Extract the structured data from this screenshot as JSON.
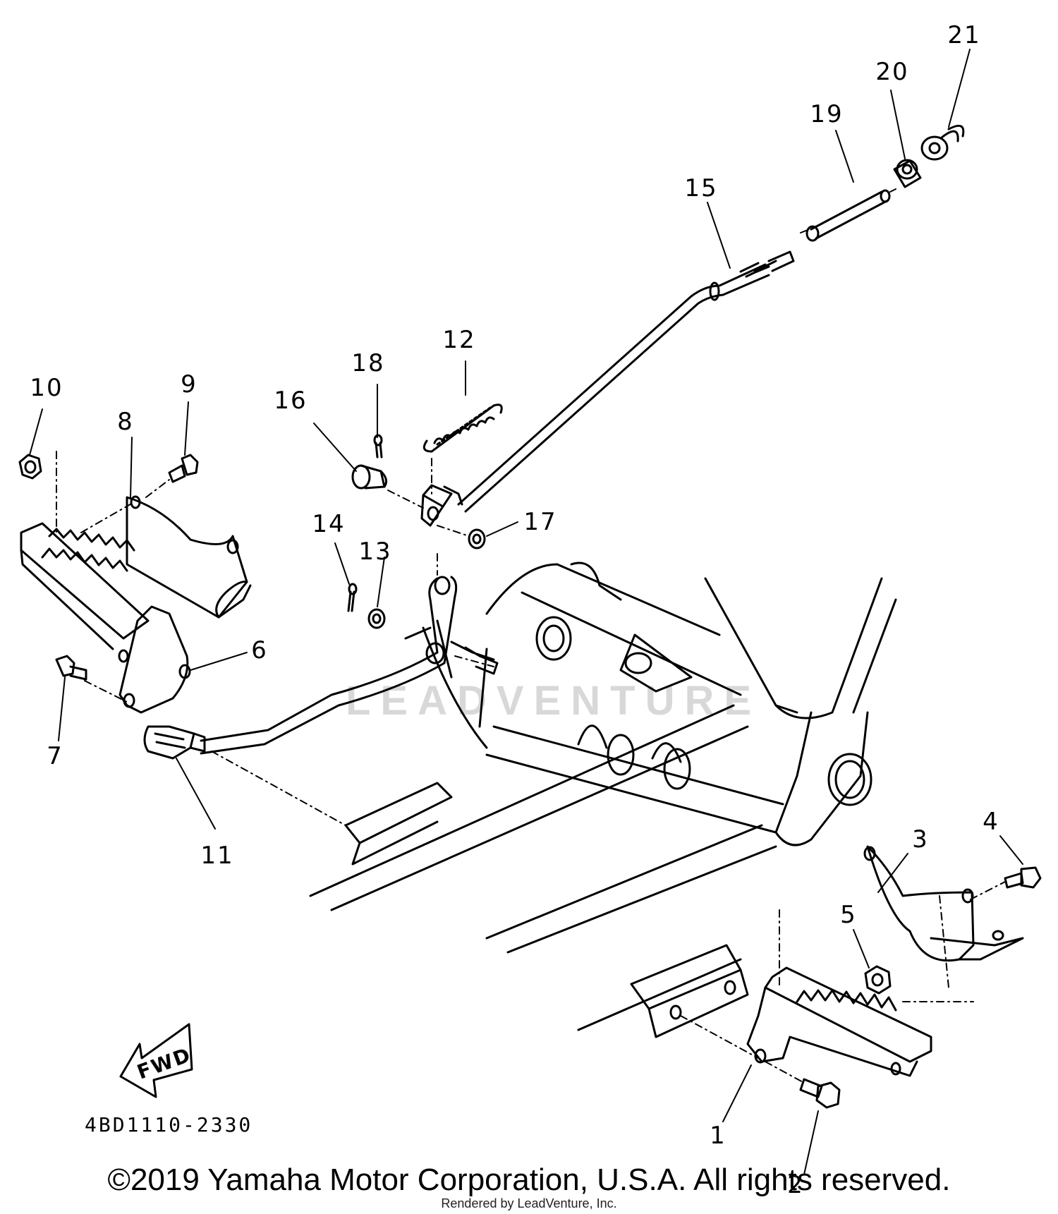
{
  "diagram": {
    "callouts": [
      "1",
      "2",
      "3",
      "4",
      "5",
      "6",
      "7",
      "8",
      "9",
      "10",
      "11",
      "12",
      "13",
      "14",
      "15",
      "16",
      "17",
      "18",
      "19",
      "20",
      "21"
    ],
    "direction_label": "FWD",
    "diagram_code": "4BD1110-2330",
    "watermark": "LEADVENTURE",
    "copyright": "©2019 Yamaha Motor Corporation, U.S.A. All rights reserved.",
    "renderer": "Rendered by LeadVenture, Inc."
  },
  "colors": {
    "ink": "#000000",
    "watermark": "#d8d8d8",
    "background": "#ffffff"
  }
}
